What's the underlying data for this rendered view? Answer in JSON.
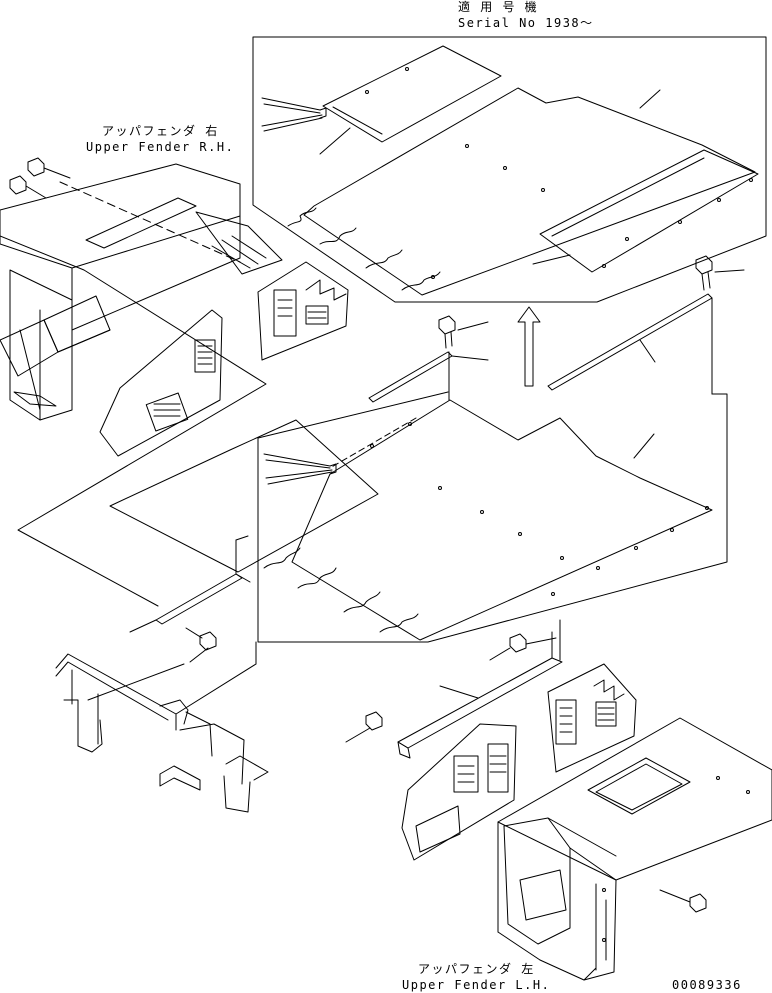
{
  "labels": {
    "serial_jp": "適 用 号 機",
    "serial_en": "Serial No 1938～",
    "upper_fender_rh_jp": "アッパフェンダ 右",
    "upper_fender_rh_en": "Upper Fender R.H.",
    "upper_fender_lh_jp": "アッパフェンダ 左",
    "upper_fender_lh_en": "Upper Fender L.H.",
    "drawing_number": "00089336"
  }
}
